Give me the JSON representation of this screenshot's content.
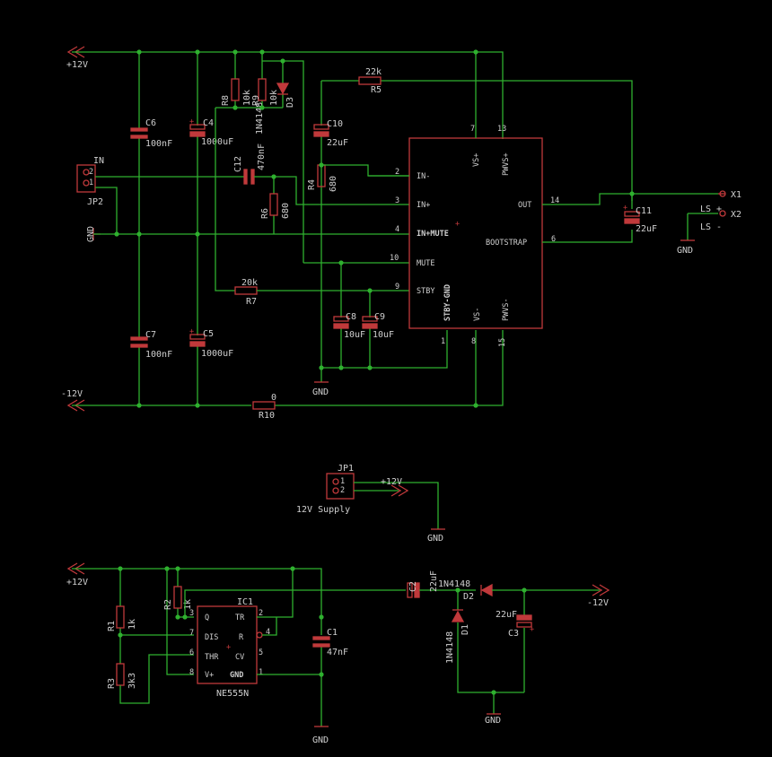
{
  "labels": {
    "vcc_top": "+12V",
    "vee_top": "-12V",
    "gnd_left": "GND",
    "jp2_name": "JP2",
    "jp2_in": "IN",
    "jp2_p2": "2",
    "jp2_p1": "1",
    "c6_name": "C6",
    "c6_val": "100nF",
    "c4_name": "C4",
    "c4_val": "1000uF",
    "c7_name": "C7",
    "c7_val": "100nF",
    "c5_name": "C5",
    "c5_val": "1000uF",
    "r8_name": "R8",
    "r8_val": "10k",
    "r9_name": "R9",
    "r9_val": "10k",
    "d3_name": "D3",
    "d3_val": "1N4148",
    "r5_name": "R5",
    "r5_val": "22k",
    "c10_name": "C10",
    "c10_val": "22uF",
    "c12_name": "C12",
    "c12_val": "470nF",
    "r4_name": "R4",
    "r4_val": "680",
    "r6_name": "R6",
    "r6_val": "680",
    "r7_name": "R7",
    "r7_val": "20k",
    "c8_name": "C8",
    "c8_val": "10uF",
    "c9_name": "C9",
    "c9_val": "10uF",
    "r10_name": "R10",
    "r10_val": "0",
    "c11_name": "C11",
    "c11_val": "22uF",
    "gnd_mid": "GND",
    "gnd_c11": "GND",
    "x1": "X1",
    "x2": "X2",
    "ls_plus": "LS +",
    "ls_minus": "LS -",
    "u_pin_in_minus": "IN-",
    "u_pin_in_plus": "IN+",
    "u_pin_inmute": "IN+MUTE",
    "u_pin_mute": "MUTE",
    "u_pin_stby": "STBY",
    "u_pin_out": "OUT",
    "u_pin_boot": "BOOTSTRAP",
    "u_pin_vsp": "VS+",
    "u_pin_pwvsp": "PWVS+",
    "u_pin_vsm": "VS-",
    "u_pin_pwvsm": "PWVS-",
    "u_pin_stbygnd": "STBY-GND",
    "pn2": "2",
    "pn3": "3",
    "pn4": "4",
    "pn10": "10",
    "pn9": "9",
    "pn7": "7",
    "pn13": "13",
    "pn14": "14",
    "pn6": "6",
    "pn1": "1",
    "pn8": "8",
    "pn15": "15",
    "jp1_name": "JP1",
    "jp1_p1": "1",
    "jp1_p2": "2",
    "jp1_vcc": "+12V",
    "jp1_label": "12V Supply",
    "gnd_jp1": "GND",
    "vcc_bot": "+12V",
    "vee_bot": "-12V",
    "r1_name": "R1",
    "r1_val": "1k",
    "r2_name": "R2",
    "r2_val": "1k",
    "r3_name": "R3",
    "r3_val": "3k3",
    "ic1_name": "IC1",
    "ic1_part": "NE555N",
    "ic_q": "Q",
    "ic_dis": "DIS",
    "ic_thr": "THR",
    "ic_vp": "V+",
    "ic_tr": "TR",
    "ic_r": "R",
    "ic_cv": "CV",
    "ic_gnd": "GND",
    "icp3": "3",
    "icp7": "7",
    "icp6": "6",
    "icp8": "8",
    "icp2": "2",
    "icp4": "4",
    "icp5": "5",
    "icp1": "1",
    "c1_name": "C1",
    "c1_val": "47nF",
    "gnd_ic": "GND",
    "c2_name": "C2",
    "c2_val": "22uF",
    "d2_name": "D2",
    "d2_val": "1N4148",
    "d1_name": "D1",
    "d1_val": "1N4148",
    "c3_name": "C3",
    "c3_val": "22uF",
    "gnd_c3": "GND"
  },
  "colors": {
    "background": "#000000",
    "wire": "#2fb02f",
    "part": "#c0393b",
    "text": "#cfcfcf"
  }
}
